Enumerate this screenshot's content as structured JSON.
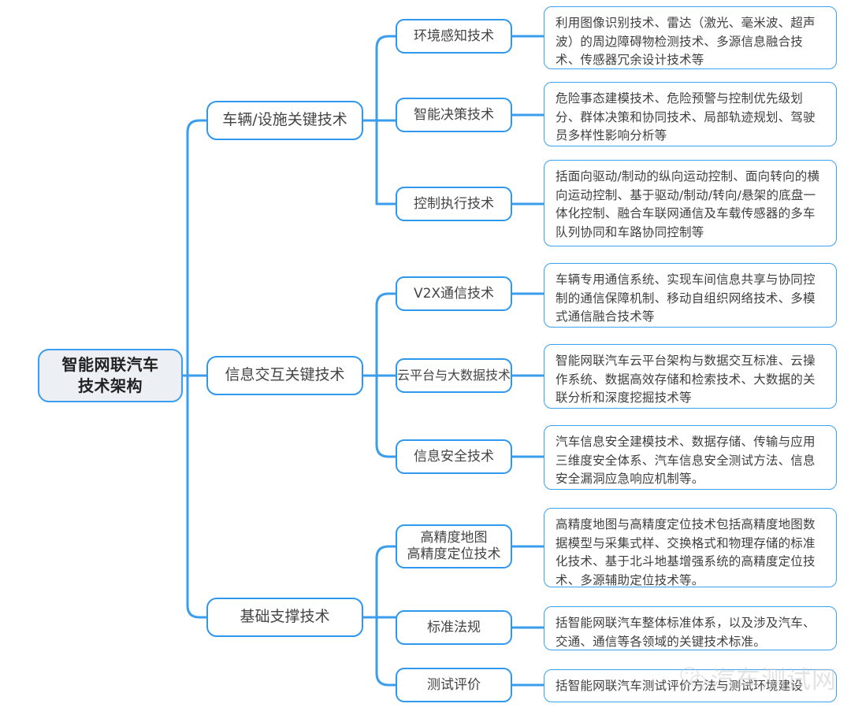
{
  "diagram": {
    "type": "mind-map",
    "orientation": "left-to-right",
    "colors": {
      "link": "#3b9ded",
      "node_border": "#2f98ee",
      "root_fill": "#eceff4",
      "node_fill": "#ffffff",
      "text": "#3f3f3f",
      "watermark": "#c9c9c9"
    },
    "root": {
      "id": "root",
      "label_line1": "智能网联汽车",
      "label_line2": "技术架构"
    },
    "branches": [
      {
        "id": "b1",
        "label": "车辆/设施关键技术",
        "children": [
          {
            "id": "b1c1",
            "label": "环境感知技术",
            "detail": "利用图像识别技术、雷达（激光、毫米波、超声波）的周边障碍物检测技术、多源信息融合技术、传感器冗余设计技术等"
          },
          {
            "id": "b1c2",
            "label": "智能决策技术",
            "detail": "危险事态建模技术、危险预警与控制优先级划分、群体决策和协同技术、局部轨迹规划、驾驶员多样性影响分析等"
          },
          {
            "id": "b1c3",
            "label": "控制执行技术",
            "detail": "括面向驱动/制动的纵向运动控制、面向转向的横向运动控制、基于驱动/制动/转向/悬架的底盘一体化控制、融合车联网通信及车载传感器的多车队列协同和车路协同控制等"
          }
        ]
      },
      {
        "id": "b2",
        "label": "信息交互关键技术",
        "children": [
          {
            "id": "b2c1",
            "label": "V2X通信技术",
            "detail": "车辆专用通信系统、实现车间信息共享与协同控制的通信保障机制、移动自组织网络技术、多模式通信融合技术等"
          },
          {
            "id": "b2c2",
            "label": "云平台与大数据技术",
            "detail": "智能网联汽车云平台架构与数据交互标准、云操作系统、数据高效存储和检索技术、大数据的关联分析和深度挖掘技术等"
          },
          {
            "id": "b2c3",
            "label": "信息安全技术",
            "detail": "汽车信息安全建模技术、数据存储、传输与应用三维度安全体系、汽车信息安全测试方法、信息安全漏洞应急响应机制等。"
          }
        ]
      },
      {
        "id": "b3",
        "label": "基础支撑技术",
        "children": [
          {
            "id": "b3c1",
            "label_line1": "高精度地图",
            "label_line2": "高精度定位技术",
            "label": "高精度地图高精度定位技术",
            "detail": "高精度地图与高精度定位技术包括高精度地图数据模型与采集式样、交换格式和物理存储的标准化技术、基于北斗地基增强系统的高精度定位技术、多源辅助定位技术等。"
          },
          {
            "id": "b3c2",
            "label": "标准法规",
            "detail": "括智能网联汽车整体标准体系，以及涉及汽车、交通、通信等各领域的关键技术标准。"
          },
          {
            "id": "b3c3",
            "label": "测试评价",
            "detail": "括智能网联汽车测试评价方法与测试环境建设"
          }
        ]
      }
    ]
  },
  "watermark": {
    "text": "汽车测试网",
    "icon": "wechat-icon"
  }
}
